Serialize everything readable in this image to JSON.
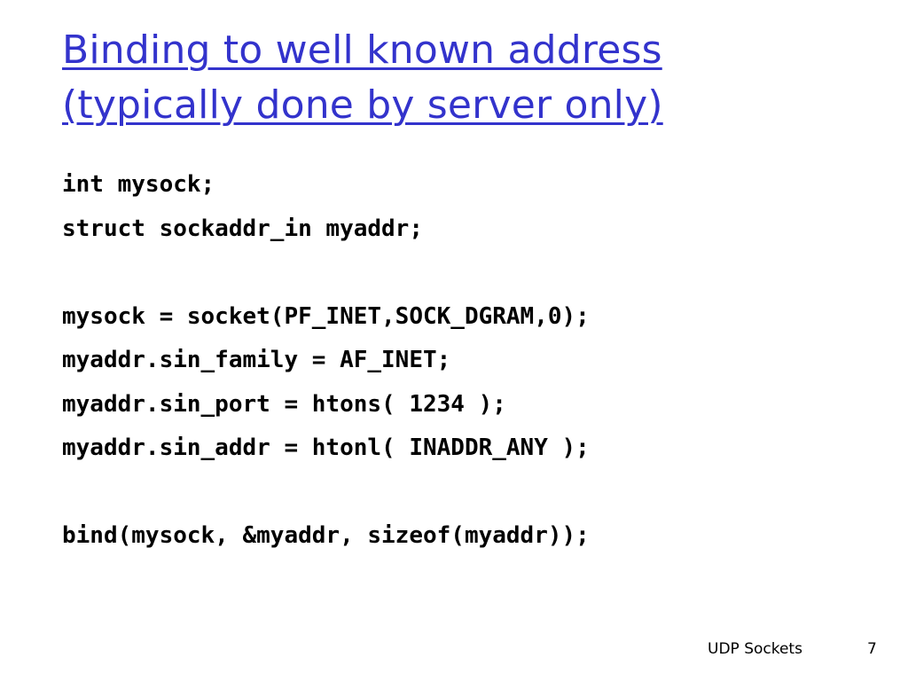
{
  "slide": {
    "title_lines": [
      "Binding to well known address",
      "(typically done by server only)"
    ],
    "code_lines": [
      "int mysock;",
      "struct sockaddr_in myaddr;",
      "",
      "mysock = socket(PF_INET,SOCK_DGRAM,0);",
      "myaddr.sin_family = AF_INET;",
      "myaddr.sin_port = htons( 1234 );",
      "myaddr.sin_addr = htonl( INADDR_ANY );",
      "",
      "bind(mysock, &myaddr, sizeof(myaddr));"
    ],
    "footer_label": "UDP Sockets",
    "page_number": "7"
  },
  "colors": {
    "title": "#3333cc",
    "code": "#000000",
    "background": "#ffffff"
  }
}
